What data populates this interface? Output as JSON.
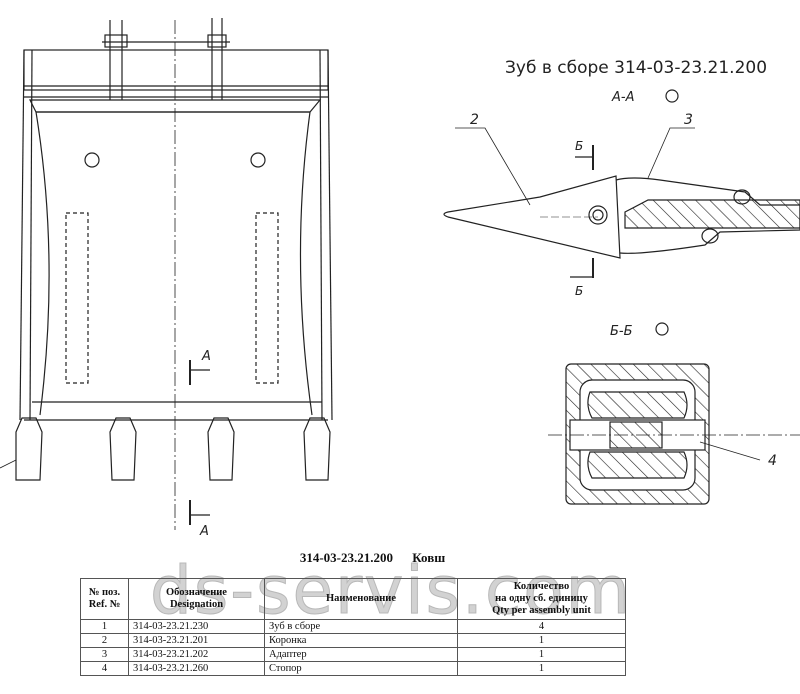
{
  "drawing": {
    "assembly_title": "Зуб в сборе 314-03-23.21.200",
    "view_aa": "А-А",
    "view_bb": "Б-Б",
    "section_a": "А",
    "section_b": "Б",
    "callouts": [
      "2",
      "3",
      "4"
    ]
  },
  "table_title": {
    "code": "314-03-23.21.200",
    "name": "Ковш"
  },
  "table": {
    "headers": {
      "pos": [
        "№ поз.",
        "Ref. №"
      ],
      "designation": [
        "Обозначение",
        "Designation"
      ],
      "name": "Наименование",
      "qty": [
        "Количество",
        "на одну сб. единицу",
        "Qty per assembly unit"
      ]
    },
    "rows": [
      {
        "pos": "1",
        "designation": "314-03-23.21.230",
        "name": "Зуб в сборе",
        "qty": "4"
      },
      {
        "pos": "2",
        "designation": "314-03-23.21.201",
        "name": "Коронка",
        "qty": "1"
      },
      {
        "pos": "3",
        "designation": "314-03-23.21.202",
        "name": "Адаптер",
        "qty": "1"
      },
      {
        "pos": "4",
        "designation": "314-03-23.21.260",
        "name": "Стопор",
        "qty": "1"
      }
    ]
  },
  "watermark": "ds-servis.com"
}
